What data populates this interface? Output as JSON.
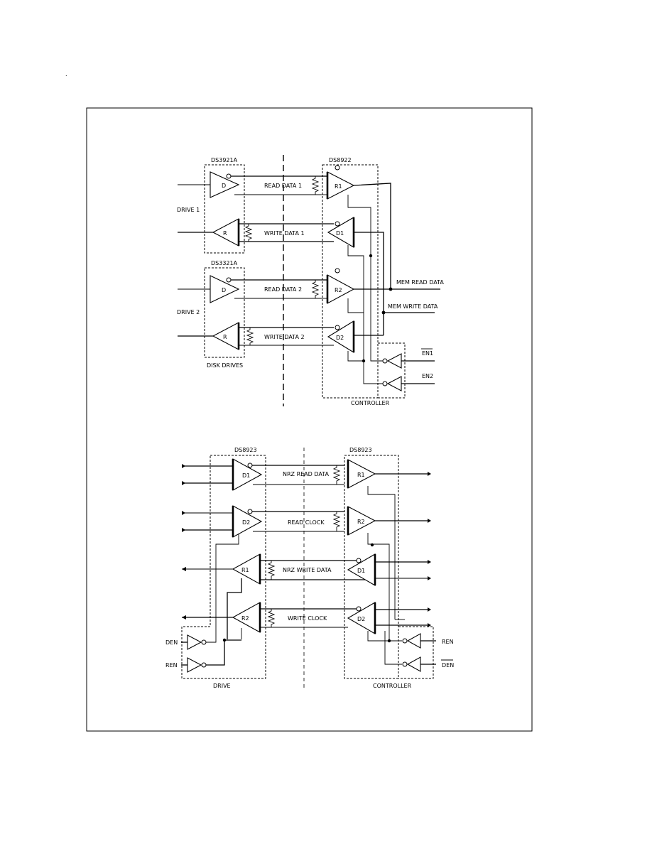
{
  "page": {
    "corner_mark": "."
  },
  "top_diagram": {
    "chip_driver_1": "DS3921A",
    "chip_driver_2": "DS3321A",
    "chip_controller": "DS8922",
    "drive_1": "DRIVE 1",
    "drive_2": "DRIVE 2",
    "disk_drives": "DISK DRIVES",
    "controller": "CONTROLLER",
    "read_data_1": "READ DATA 1",
    "write_data_1": "WRITE DATA 1",
    "read_data_2": "READ DATA 2",
    "write_data_2": "WRITE DATA 2",
    "mem_read_data": "MEM READ DATA",
    "mem_write_data": "MEM WRITE DATA",
    "en1": "EN1",
    "en2": "EN2",
    "gate_d": "D",
    "gate_r": "R",
    "gate_r1": "R1",
    "gate_d1": "D1",
    "gate_r2": "R2",
    "gate_d2": "D2"
  },
  "bottom_diagram": {
    "chip_drive": "DS8923",
    "chip_controller": "DS8923",
    "drive": "DRIVE",
    "controller": "CONTROLLER",
    "nrz_read_data": "NRZ READ DATA",
    "read_clock": "READ CLOCK",
    "nrz_write_data": "NRZ WRITE DATA",
    "write_clock": "WRITE CLOCK",
    "den": "DEN",
    "ren": "REN",
    "gate_d1": "D1",
    "gate_d2": "D2",
    "gate_r1": "R1",
    "gate_r2": "R2"
  }
}
